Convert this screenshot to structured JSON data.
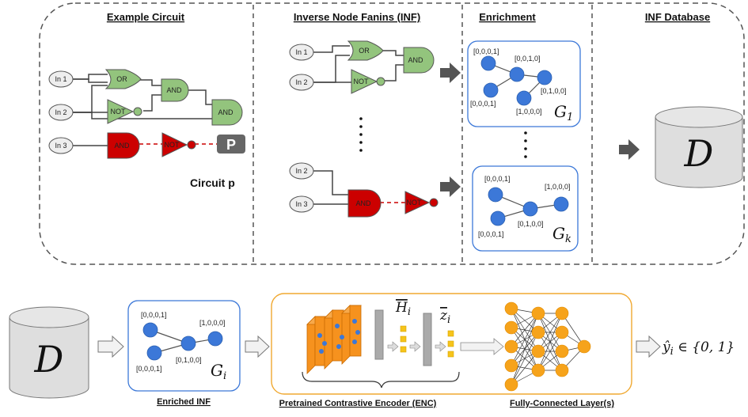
{
  "top_sections": {
    "example_circuit": "Example Circuit",
    "inf": "Inverse Node Fanins (INF)",
    "enrichment": "Enrichment",
    "inf_database": "INF Database"
  },
  "circuit": {
    "in1": "In 1",
    "in2": "In 2",
    "in3": "In 3",
    "or": "OR",
    "and": "AND",
    "not": "NOT",
    "p_badge": "P",
    "caption": "Circuit p"
  },
  "graphs": {
    "g1": {
      "v1": "[0,0,0,1]",
      "v2": "[0,0,1,0]",
      "v3": "[0,0,0,1]",
      "v4": "[0,1,0,0]",
      "v5": "[1,0,0,0]",
      "name": "G",
      "sub": "1"
    },
    "gk": {
      "v1": "[0,0,0,1]",
      "v2": "[1,0,0,0]",
      "v3": "[0,1,0,0]",
      "v4": "[0,0,0,1]",
      "name": "G",
      "sub": "k"
    },
    "gi": {
      "v1": "[0,0,0,1]",
      "v2": "[1,0,0,0]",
      "v3": "[0,1,0,0]",
      "v4": "[0,0,0,1]",
      "name": "G",
      "sub": "i"
    }
  },
  "database_symbol": "D",
  "encoder": {
    "h_label": "H",
    "h_sub": "i",
    "z_label": "z",
    "z_sub": "i"
  },
  "bottom_labels": {
    "enriched": "Enriched INF",
    "encoder": "Pretrained Contrastive Encoder (ENC)",
    "fc": "Fully-Connected Layer(s)"
  },
  "output": {
    "expr": "ŷ",
    "sub": "i",
    "rest": " ∈ {0, 1}"
  },
  "colors": {
    "gate_green": "#93c47d",
    "gate_red": "#cc0000",
    "node_blue": "#3c78d8",
    "conv_orange": "#f6921e",
    "fc_orange": "#f6a31b",
    "encoder_border": "#f0a830",
    "graph_border": "#3c78d8"
  }
}
